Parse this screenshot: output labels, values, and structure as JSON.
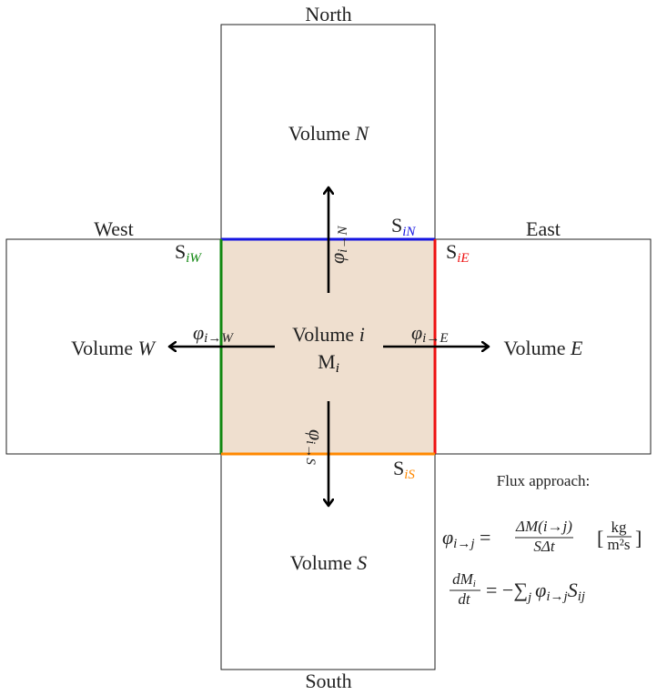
{
  "directions": {
    "north": "North",
    "south": "South",
    "west": "West",
    "east": "East"
  },
  "volumes": {
    "north": {
      "prefix": "Volume",
      "var": "N"
    },
    "south": {
      "prefix": "Volume",
      "var": "S"
    },
    "west": {
      "prefix": "Volume",
      "var": "W"
    },
    "east": {
      "prefix": "Volume",
      "var": "E"
    },
    "center": {
      "prefix": "Volume",
      "var": "i",
      "mass_main": "M",
      "mass_sub": "i"
    }
  },
  "surfaces": {
    "north": {
      "main": "S",
      "sub": "iN",
      "color": "#1515e0"
    },
    "east": {
      "main": "S",
      "sub": "iE",
      "color": "#ee1111"
    },
    "west": {
      "main": "S",
      "sub": "iW",
      "color": "#118811"
    },
    "south": {
      "main": "S",
      "sub": "iS",
      "color": "#ff8800"
    }
  },
  "fluxes": {
    "north": {
      "main": "φ",
      "sub": "i→N"
    },
    "south": {
      "main": "φ",
      "sub": "i→S"
    },
    "west": {
      "main": "φ",
      "sub": "i→W"
    },
    "east": {
      "main": "φ",
      "sub": "i→E"
    }
  },
  "colors": {
    "center_fill": "#efdfcf",
    "outline": "#222222",
    "arrow": "#000000"
  },
  "legend": {
    "title": "Flux approach:",
    "formula1": {
      "lhs_main": "φ",
      "lhs_sub": "i→j",
      "frac_num": "ΔM(i→j)",
      "frac_den": "SΔt",
      "unit_num": "kg",
      "unit_den": "m²s"
    },
    "formula2": {
      "frac_num": "dM",
      "frac_num_sub": "i",
      "frac_den": "dt",
      "rhs": "= −∑",
      "rhs_sub": "j",
      "phi": "φ",
      "phi_sub": "i→j",
      "s": "S",
      "s_sub": "ij"
    }
  }
}
